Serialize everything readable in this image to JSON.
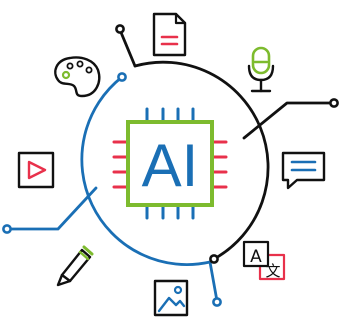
{
  "chip": {
    "label": "AI",
    "colors": {
      "board": "#7dbb2e",
      "text": "#1a6fb5",
      "pins_top_bottom": "#1a6fb5",
      "pins_sides": "#e8314b"
    }
  },
  "icons": [
    {
      "name": "document-icon"
    },
    {
      "name": "microphone-icon"
    },
    {
      "name": "chat-bubble-icon"
    },
    {
      "name": "translate-icon",
      "text_a": "A",
      "text_b": "文"
    },
    {
      "name": "image-icon"
    },
    {
      "name": "pencil-icon"
    },
    {
      "name": "video-play-icon"
    },
    {
      "name": "palette-icon"
    }
  ],
  "colors": {
    "stroke": "#111111",
    "blue": "#1a6fb5",
    "red": "#e8314b",
    "green": "#7dbb2e"
  }
}
